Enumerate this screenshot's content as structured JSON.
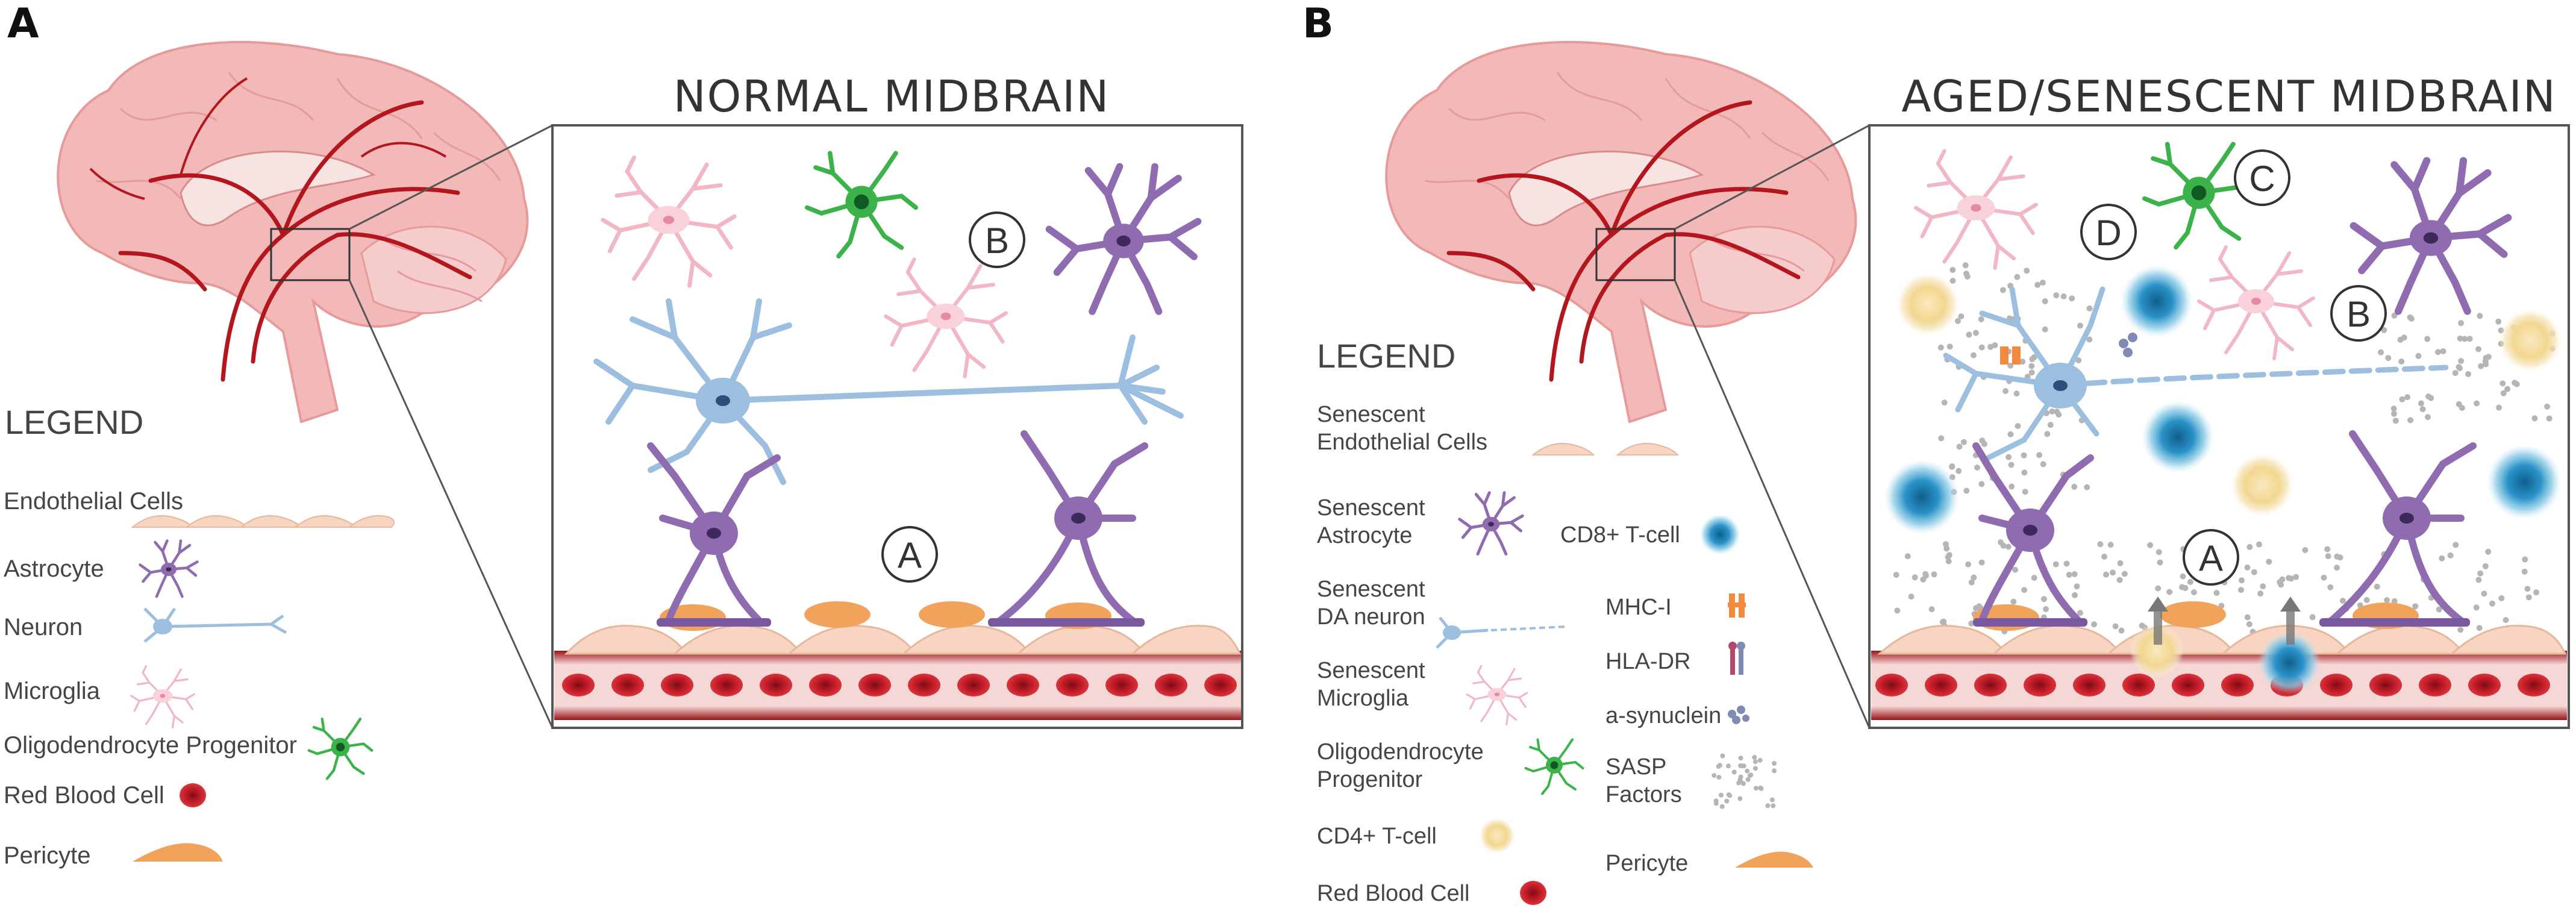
{
  "panel_a": {
    "letter": "A",
    "title": "NORMAL MIDBRAIN",
    "legend_title": "LEGEND",
    "legend_items": [
      "Endothelial Cells",
      "Astrocyte",
      "Neuron",
      "Microglia",
      "Oligodendrocyte Progenitor",
      "Red Blood Cell",
      "Pericyte"
    ],
    "labels": [
      "A",
      "B"
    ]
  },
  "panel_b": {
    "letter": "B",
    "title": "AGED/SENESCENT MIDBRAIN",
    "legend_title": "LEGEND",
    "legend_left": [
      [
        "Senescent",
        "Endothelial Cells"
      ],
      [
        "Senescent",
        "Astrocyte"
      ],
      [
        "Senescent",
        "DA neuron"
      ],
      [
        "Senescent",
        "Microglia"
      ],
      [
        "Oligodendrocyte",
        "Progenitor"
      ],
      [
        "CD4+ T-cell"
      ],
      [
        "Red Blood Cell"
      ]
    ],
    "legend_right": [
      [
        "CD8+ T-cell"
      ],
      [
        "MHC-I"
      ],
      [
        "HLA-DR"
      ],
      [
        "a-synuclein"
      ],
      [
        "SASP",
        "Factors"
      ],
      [
        "Pericyte"
      ]
    ],
    "labels": [
      "A",
      "B",
      "C",
      "D"
    ]
  },
  "colors": {
    "brain": "#f3b9b9",
    "artery": "#b3171d",
    "astrocyte": "#8f6bb0",
    "neuron": "#9dbfdf",
    "microglia": "#f6c5cf",
    "opc": "#3bb34a",
    "endothelial": "#f7d5c2",
    "pericyte": "#f1a35c",
    "rbc": "#c01b26",
    "cd8": "#2f97c8",
    "cd4": "#f4dca0"
  }
}
